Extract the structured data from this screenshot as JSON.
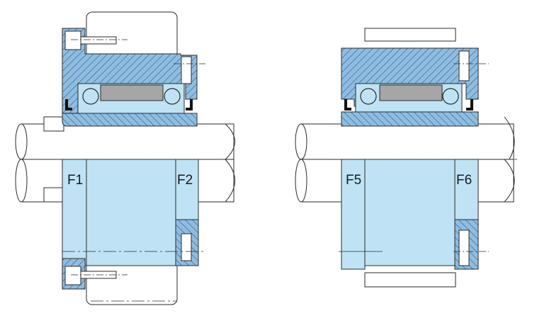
{
  "labels": {
    "f1": "F1",
    "f2": "F2",
    "f5": "F5",
    "f6": "F6"
  },
  "colors": {
    "section_fill": "#bfe3f4",
    "hatch_fill": "#7fb3d8",
    "roller_fill": "#a6a6a6",
    "outline": "#2b2b2b",
    "background": "#ffffff"
  }
}
